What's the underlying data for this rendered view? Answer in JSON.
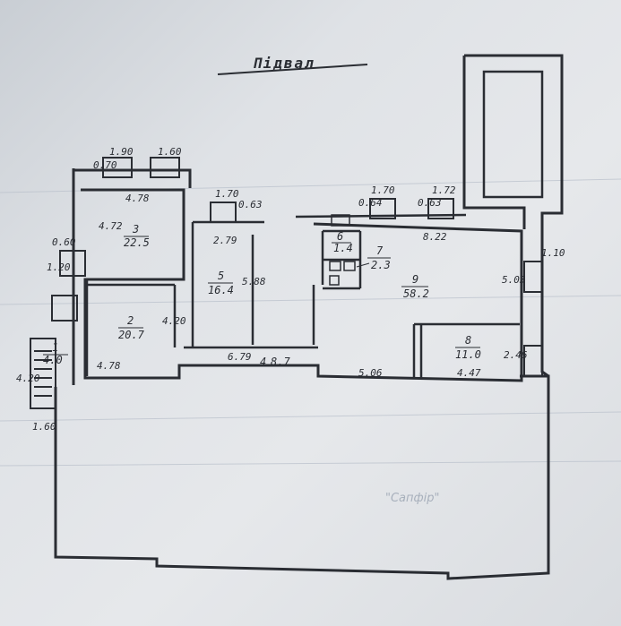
{
  "title": "Підвал",
  "dimensions": [
    "1.90",
    "1.60",
    "0.70",
    "4.78",
    "1.70",
    "0.63",
    "0.64",
    "1.70",
    "0.63",
    "1.72",
    "4.72",
    "0.60",
    "1.20",
    "2.79",
    "5.88",
    "8.22",
    "5.03",
    "1.10",
    "4.20",
    "6.79",
    "4.78",
    "4.20",
    "1.60",
    "5.06",
    "2.46",
    "4.47"
  ],
  "rooms": [
    {
      "num": "1",
      "area": "4.0"
    },
    {
      "num": "2",
      "area": "20.7"
    },
    {
      "num": "3",
      "area": "22.5"
    },
    {
      "num": "4",
      "area": "8.7"
    },
    {
      "num": "5",
      "area": "16.4"
    },
    {
      "num": "6",
      "area": "1.4"
    },
    {
      "num": "7",
      "area": "2.3"
    },
    {
      "num": "8",
      "area": "11.0"
    },
    {
      "num": "9",
      "area": "58.2"
    }
  ],
  "ghost_text": {
    "stamp": "\"Сапфір\""
  }
}
